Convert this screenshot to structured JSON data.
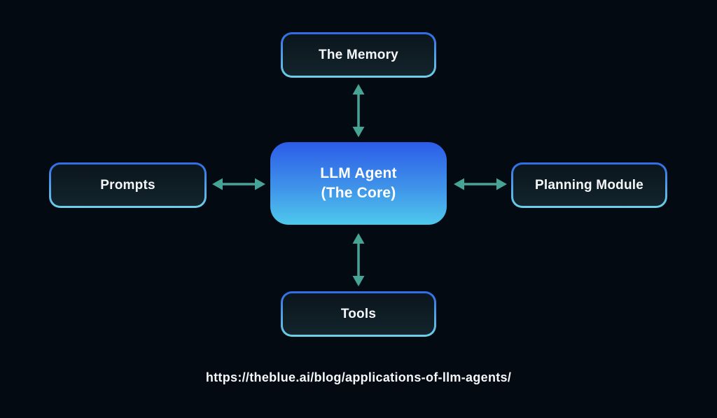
{
  "diagram": {
    "nodes": {
      "memory": {
        "label": "The Memory"
      },
      "prompts": {
        "label": "Prompts"
      },
      "core": {
        "label_line1": "LLM Agent",
        "label_line2": "(The Core)"
      },
      "planning": {
        "label": "Planning Module"
      },
      "tools": {
        "label": "Tools"
      }
    },
    "footer": {
      "url": "https://theblue.ai/blog/applications-of-llm-agents/"
    },
    "colors": {
      "background": "#030a12",
      "node_border_top": "#2e6be6",
      "node_border_bottom": "#6fd0e8",
      "node_fill": "#0f1d24",
      "core_gradient_top": "#2c5ce9",
      "core_gradient_bottom": "#4ec8ec",
      "arrow": "#47a396",
      "text": "#f5f8fa"
    }
  }
}
